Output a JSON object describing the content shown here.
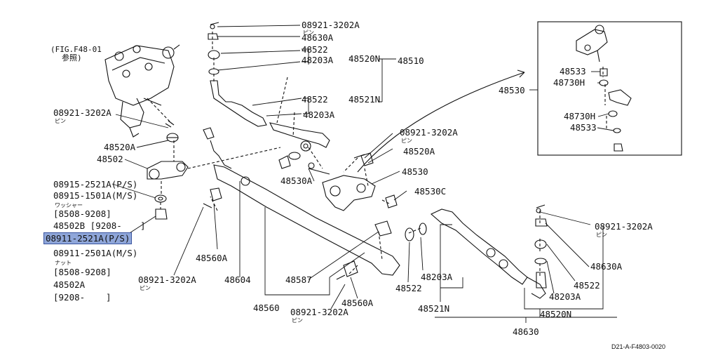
{
  "figure": {
    "fig_ref": "(FIG.F48-01",
    "fig_ref_note": "参照)",
    "drawing_code": "D21-A-F4803-0020"
  },
  "labels": {
    "p08921_top": "08921-3202A",
    "p08921_top_sub": "ピン",
    "p48630A_top": "48630A",
    "p48522_top": "48522",
    "p48203A_top": "48203A",
    "p48520N": "48520N",
    "p48510": "48510",
    "p48522_mid": "48522",
    "p48521N_top": "48521N",
    "p48203A_mid": "48203A",
    "p08921_left": "08921-3202A",
    "p08921_left_sub": "ピン",
    "p48520A_left": "48520A",
    "p48502": "48502",
    "p08915_ps": "08915-2521A(P/S)",
    "p08915_ms": "08915-1501A(M/S)",
    "washer_sub": "ワッシャー",
    "range_8508_a": "[8508-9208]",
    "p48502B": "48502B [9208-",
    "p48502B_close": "]",
    "p08911_ps": "08911-2521A(P/S)",
    "p08911_ms": "08911-2501A(M/S)",
    "nut_sub": "ナット",
    "range_8508_b": "[8508-9208]",
    "p48502A": "48502A",
    "range_9208": "[9208-",
    "range_9208_close": "]",
    "p08921_cr": "08921-3202A",
    "p08921_cr_sub": "ピン",
    "p48520A_cr": "48520A",
    "p48530": "48530",
    "p48530C": "48530C",
    "p48530A": "48530A",
    "p48560A_left": "48560A",
    "p08921_bl": "08921-3202A",
    "p08921_bl_sub": "ピン",
    "p48604": "48604",
    "p48587": "48587",
    "p48560": "48560",
    "p48560A_bot": "48560A",
    "p08921_bot": "08921-3202A",
    "p08921_bot_sub": "ピン",
    "p48522_bot": "48522",
    "p48203A_bot": "48203A",
    "p48521N_bot": "48521N",
    "p08921_right": "08921-3202A",
    "p08921_right_sub": "ピン",
    "p48630A_right": "48630A",
    "p48522_right": "48522",
    "p48203A_right": "48203A",
    "p48520N_bot": "48520N",
    "p48630": "48630",
    "p48530_inset": "48530",
    "p48533_a": "48533",
    "p48730H_a": "48730H",
    "p48730H_b": "48730H",
    "p48533_b": "48533"
  },
  "colors": {
    "highlight": "#8fa6d9",
    "line": "#111111"
  }
}
